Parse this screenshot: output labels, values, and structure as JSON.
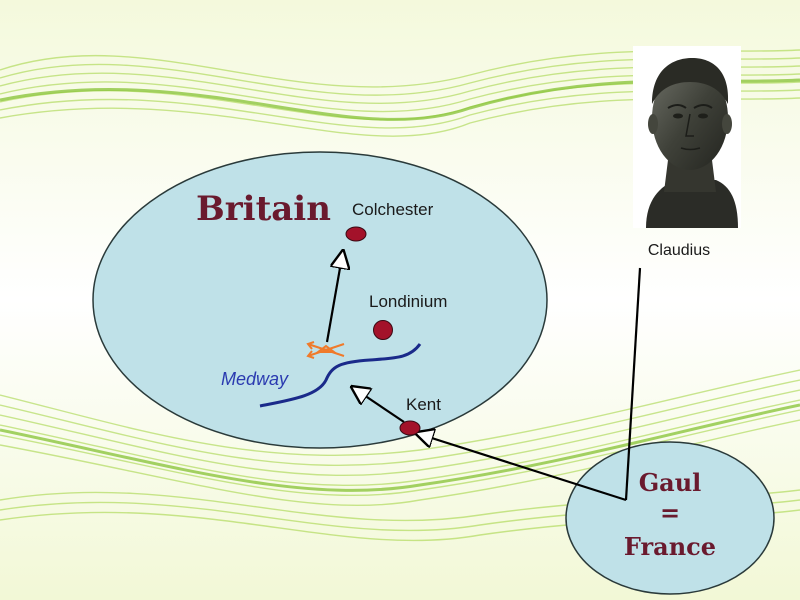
{
  "britain": {
    "label": "Britain"
  },
  "places": {
    "colchester": "Colchester",
    "londinium": "Londinium",
    "kent": "Kent",
    "medway": "Medway"
  },
  "gaul": {
    "line1": "Gaul",
    "line2": "=",
    "line3": "France"
  },
  "portrait": {
    "caption": "Claudius"
  },
  "colors": {
    "britain_fill": "#bfe1e8",
    "britain_stroke": "#2a3a3a",
    "title_color": "#6a1a2e",
    "river_color": "#1a2a8a",
    "medway_label": "#2a3ab0",
    "town_fill": "#a3122a",
    "battle_color": "#f07a2a",
    "wave_color": "#9fd23a"
  },
  "icons": {
    "battle": "crossed-swords-icon"
  }
}
